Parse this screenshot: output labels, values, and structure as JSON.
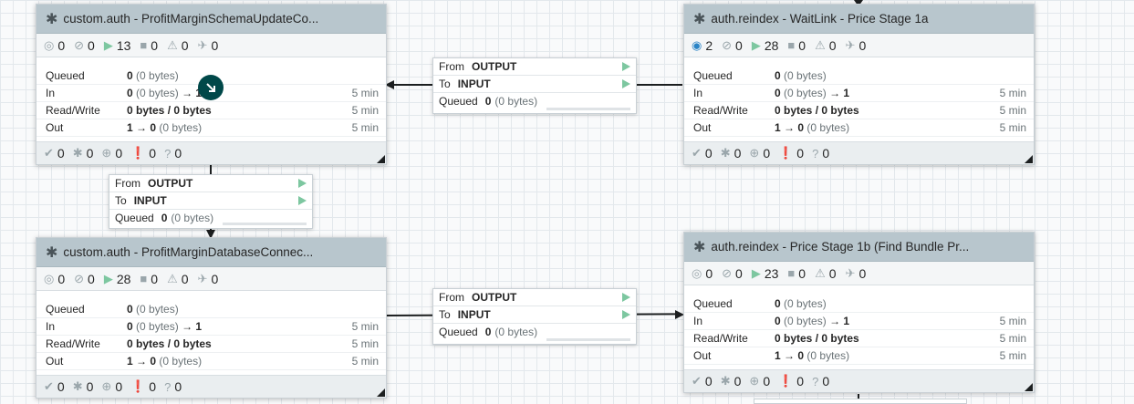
{
  "process_groups": [
    {
      "title": "custom.auth - ProfitMarginSchemaUpdateCo...",
      "stats": {
        "transmitting": "0",
        "not_transmitting": "0",
        "running": "13",
        "stopped": "0",
        "invalid": "0",
        "disabled": "0"
      },
      "queued": {
        "count": "0",
        "size": "(0 bytes)"
      },
      "in": {
        "count": "0",
        "size": "(0 bytes)",
        "ports": "1",
        "time": "5 min"
      },
      "read_write": {
        "value": "0 bytes / 0 bytes",
        "time": "5 min"
      },
      "out": {
        "ports": "1",
        "count": "0",
        "size": "(0 bytes)",
        "time": "5 min"
      },
      "footer": {
        "up_to_date": "0",
        "locally_modified": "0",
        "stale": "0",
        "modified_stale": "0",
        "sync_failure": "0"
      }
    },
    {
      "title": "auth.reindex - WaitLink - Price Stage 1a",
      "stats": {
        "transmitting": "2",
        "not_transmitting": "0",
        "running": "28",
        "stopped": "0",
        "invalid": "0",
        "disabled": "0"
      },
      "queued": {
        "count": "0",
        "size": "(0 bytes)"
      },
      "in": {
        "count": "0",
        "size": "(0 bytes)",
        "ports": "1",
        "time": "5 min"
      },
      "read_write": {
        "value": "0 bytes / 0 bytes",
        "time": "5 min"
      },
      "out": {
        "ports": "1",
        "count": "0",
        "size": "(0 bytes)",
        "time": "5 min"
      },
      "footer": {
        "up_to_date": "0",
        "locally_modified": "0",
        "stale": "0",
        "modified_stale": "0",
        "sync_failure": "0"
      }
    },
    {
      "title": "custom.auth - ProfitMarginDatabaseConnec...",
      "stats": {
        "transmitting": "0",
        "not_transmitting": "0",
        "running": "28",
        "stopped": "0",
        "invalid": "0",
        "disabled": "0"
      },
      "queued": {
        "count": "0",
        "size": "(0 bytes)"
      },
      "in": {
        "count": "0",
        "size": "(0 bytes)",
        "ports": "1",
        "time": "5 min"
      },
      "read_write": {
        "value": "0 bytes / 0 bytes",
        "time": "5 min"
      },
      "out": {
        "ports": "1",
        "count": "0",
        "size": "(0 bytes)",
        "time": "5 min"
      },
      "footer": {
        "up_to_date": "0",
        "locally_modified": "0",
        "stale": "0",
        "modified_stale": "0",
        "sync_failure": "0"
      }
    },
    {
      "title": "auth.reindex - Price Stage 1b (Find Bundle Pr...",
      "stats": {
        "transmitting": "0",
        "not_transmitting": "0",
        "running": "23",
        "stopped": "0",
        "invalid": "0",
        "disabled": "0"
      },
      "queued": {
        "count": "0",
        "size": "(0 bytes)"
      },
      "in": {
        "count": "0",
        "size": "(0 bytes)",
        "ports": "1",
        "time": "5 min"
      },
      "read_write": {
        "value": "0 bytes / 0 bytes",
        "time": "5 min"
      },
      "out": {
        "ports": "1",
        "count": "0",
        "size": "(0 bytes)",
        "time": "5 min"
      },
      "footer": {
        "up_to_date": "0",
        "locally_modified": "0",
        "stale": "0",
        "modified_stale": "0",
        "sync_failure": "0"
      }
    }
  ],
  "labels": {
    "queued": "Queued",
    "in": "In",
    "read_write": "Read/Write",
    "out": "Out",
    "arrow": "→"
  },
  "connections": [
    {
      "from_label": "From",
      "from_value": "OUTPUT",
      "to_label": "To",
      "to_value": "INPUT",
      "queued_label": "Queued",
      "queued_count": "0",
      "queued_size": "(0 bytes)"
    },
    {
      "from_label": "From",
      "from_value": "OUTPUT",
      "to_label": "To",
      "to_value": "INPUT",
      "queued_label": "Queued",
      "queued_count": "0",
      "queued_size": "(0 bytes)"
    },
    {
      "from_label": "From",
      "from_value": "OUTPUT",
      "to_label": "To",
      "to_value": "INPUT",
      "queued_label": "Queued",
      "queued_count": "0",
      "queued_size": "(0 bytes)"
    }
  ],
  "colors": {
    "title_bar": "#b8c6cd",
    "running": "#7dc7a0",
    "transmitting": "#2a84c6",
    "badge": "#004849"
  }
}
